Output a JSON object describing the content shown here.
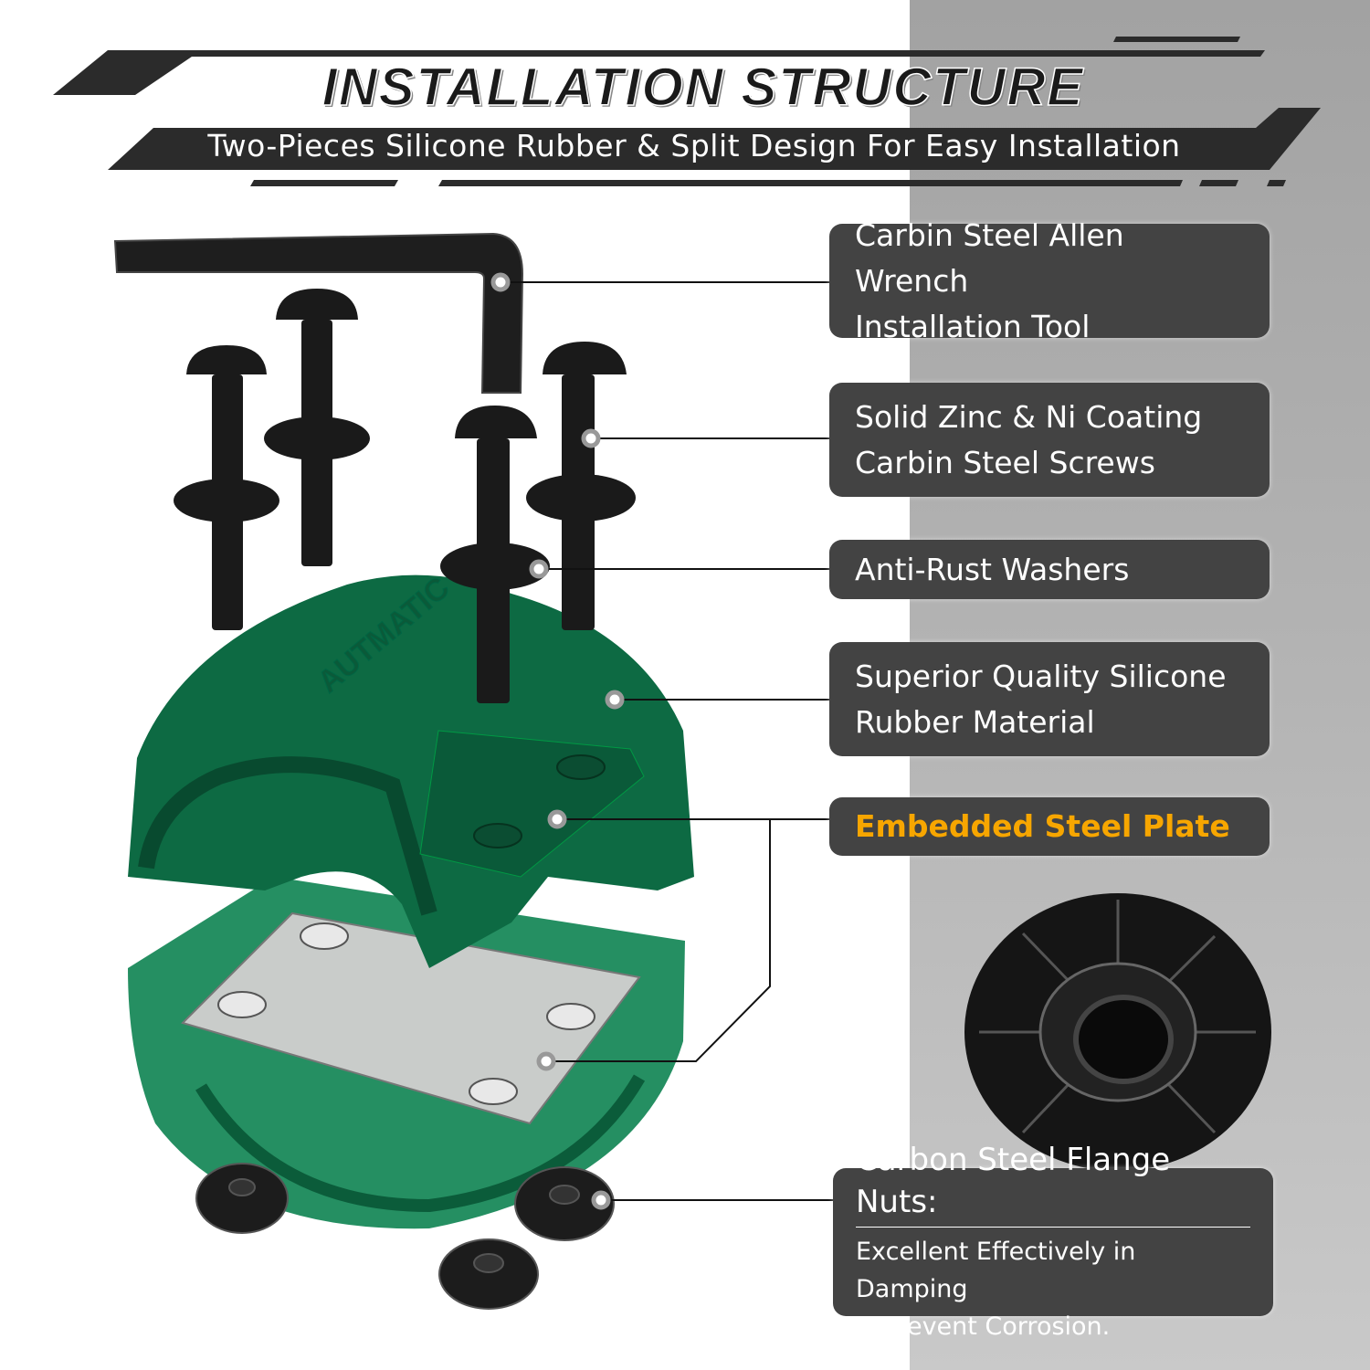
{
  "header": {
    "title": "INSTALLATION STRUCTURE",
    "subtitle": "Two-Pieces Silicone Rubber & Split Design For Easy Installation"
  },
  "product": {
    "brand_mark": "AUTMATIC"
  },
  "callouts": [
    {
      "lines": [
        "Carbin Steel Allen Wrench",
        "Installation Tool"
      ]
    },
    {
      "lines": [
        "Solid Zinc & Ni Coating",
        "Carbin Steel Screws"
      ]
    },
    {
      "lines": [
        "Anti-Rust Washers"
      ]
    },
    {
      "lines": [
        "Superior Quality Silicone",
        "Rubber Material"
      ]
    },
    {
      "lines": [
        "Embedded Steel Plate"
      ],
      "highlight_color": "#f7a600"
    },
    {
      "heading": "Carbon Steel Flange Nuts:",
      "lines": [
        "Excellent Effectively in Damping",
        "& Prevent Corrosion."
      ]
    }
  ],
  "colors": {
    "box": "#434343",
    "rubber": "#0f6b45",
    "highlight": "#f7a600"
  }
}
